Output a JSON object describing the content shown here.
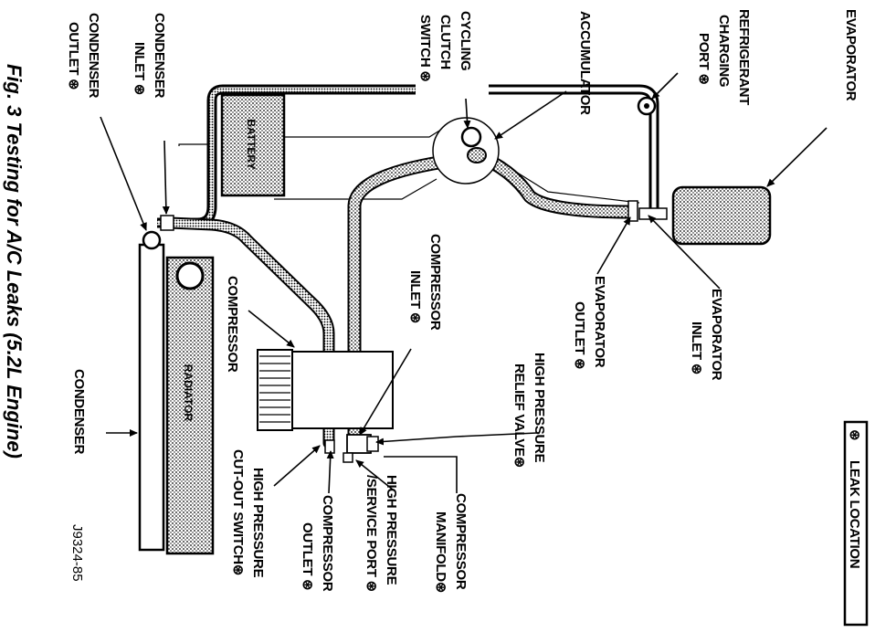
{
  "caption": "Fig. 3 Testing for A/C Leaks (5.2L Engine)",
  "code": "J9324-85",
  "legend": {
    "symbol": "⊛",
    "text": "LEAK LOCATION"
  },
  "components": {
    "battery": "BATTERY",
    "radiator": "RADIATOR"
  },
  "labels": {
    "evaporator": "EVAPORATOR",
    "refrigerant_port_1": "REFRIGERANT",
    "refrigerant_port_2": "CHARGING",
    "refrigerant_port_3": "PORT ⊛",
    "accumulator": "ACCUMULATOR",
    "cycling_1": "CYCLING",
    "cycling_2": "CLUTCH",
    "cycling_3": "SWITCH ⊛",
    "cond_inlet_1": "CONDENSER",
    "cond_inlet_2": "INLET ⊛",
    "cond_outlet_1": "CONDENSER",
    "cond_outlet_2": "OUTLET ⊛",
    "evap_inlet_1": "EVAPORATOR",
    "evap_inlet_2": "INLET ⊛",
    "evap_outlet_1": "EVAPORATOR",
    "evap_outlet_2": "OUTLET ⊛",
    "comp_inlet_1": "COMPRESSOR",
    "comp_inlet_2": "INLET ⊛",
    "hp_relief_1": "HIGH PRESSURE",
    "hp_relief_2": "RELIEF VALVE⊛",
    "comp_manifold_1": "COMPRESSOR",
    "comp_manifold_2": "MANIFOLD⊛",
    "hp_service_1": "HIGH PRESSURE",
    "hp_service_2": "/SERVICE PORT ⊛",
    "comp_outlet_1": "COMPRESSOR",
    "comp_outlet_2": "OUTLET ⊛",
    "hp_cutout_1": "HIGH PRESSURE",
    "hp_cutout_2": "CUT-OUT SWITCH⊛",
    "compressor": "COMPRESSOR",
    "condenser": "CONDENSER"
  }
}
